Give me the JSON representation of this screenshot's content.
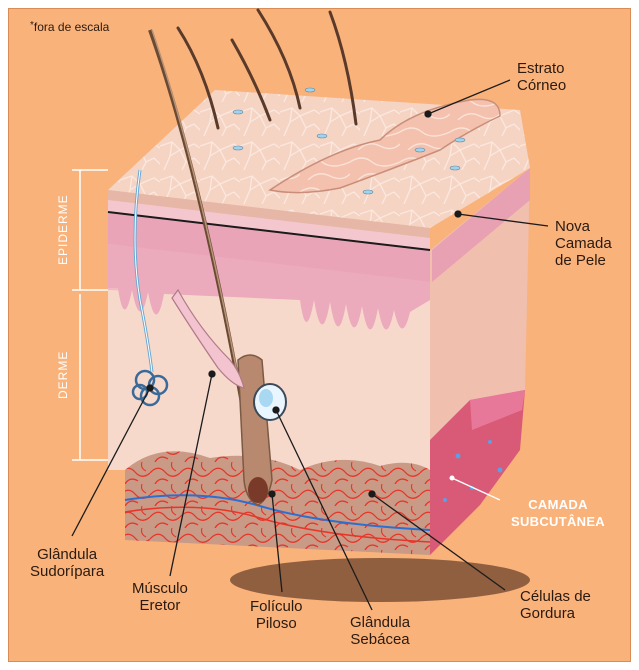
{
  "note": {
    "asterisk": "*",
    "text": "fora de escala"
  },
  "side_labels": {
    "epidermis": "EPIDERME",
    "dermis": "DERME"
  },
  "labels": {
    "estrato": [
      "Estrato",
      "Córneo"
    ],
    "nova": [
      "Nova",
      "Camada",
      "de Pele"
    ],
    "subcutanea": [
      "CAMADA",
      "SUBCUTÂNEA"
    ],
    "celulas": [
      "Células de",
      "Gordura"
    ],
    "sebacea": [
      "Glândula",
      "Sebácea"
    ],
    "foliculo": [
      "Folículo",
      "Piloso"
    ],
    "musculo": [
      "Músculo",
      "Eretor"
    ],
    "sudoripara": [
      "Glândula",
      "Sudorípara"
    ]
  },
  "colors": {
    "background": "#f9b27a",
    "surface": "#f6d4c4",
    "new_layer": "#e9a4b8",
    "dermis": "#f7d9cc",
    "fat": "#c99a86",
    "blood_vessel": "#e8352a",
    "vein": "#2d6fd0",
    "subcutaneous_label": "#ffffff"
  }
}
